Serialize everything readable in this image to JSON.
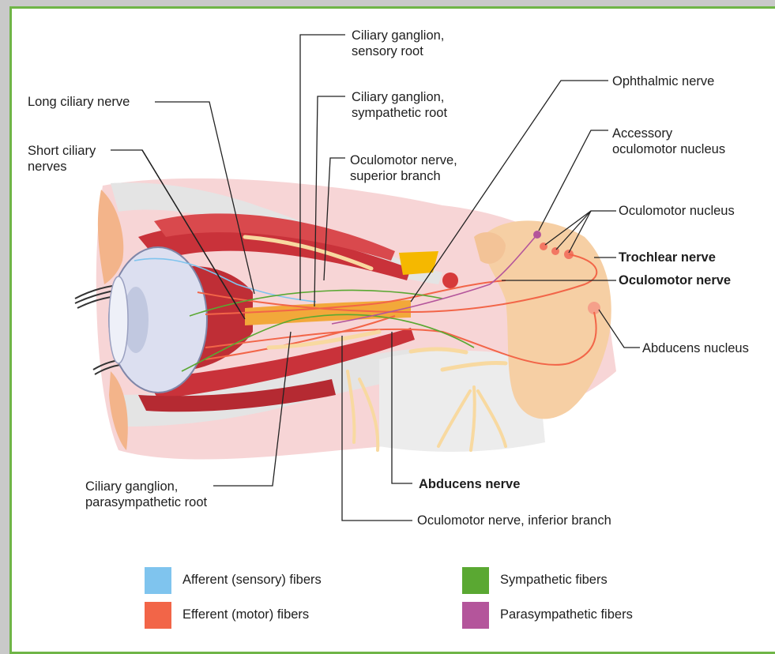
{
  "labels": {
    "ciliary_ganglion_sensory_root": "Ciliary ganglion,\nsensory root",
    "long_ciliary_nerve": "Long ciliary nerve",
    "ciliary_ganglion_sympathetic_root": "Ciliary ganglion,\nsympathetic root",
    "ophthalmic_nerve": "Ophthalmic nerve",
    "short_ciliary_nerves": "Short ciliary\nnerves",
    "accessory_oculomotor_nucleus": "Accessory\noculomotor nucleus",
    "oculomotor_nerve_superior_branch": "Oculomotor nerve,\nsuperior branch",
    "oculomotor_nucleus": "Oculomotor nucleus",
    "trochlear_nerve": "Trochlear nerve",
    "oculomotor_nerve": "Oculomotor nerve",
    "abducens_nucleus": "Abducens nucleus",
    "ciliary_ganglion_parasympathetic_root": "Ciliary ganglion,\nparasympathetic root",
    "abducens_nerve": "Abducens nerve",
    "oculomotor_nerve_inferior_branch": "Oculomotor nerve, inferior branch"
  },
  "legend": [
    {
      "label": "Afferent (sensory) fibers",
      "color": "#7fc4ee"
    },
    {
      "label": "Efferent (motor) fibers",
      "color": "#f26548"
    },
    {
      "label": "Sympathetic fibers",
      "color": "#5aa832"
    },
    {
      "label": "Parasympathetic fibers",
      "color": "#b4559b"
    }
  ],
  "colors": {
    "frame_border": "#6fb547",
    "muscle": "#c9323a",
    "nerve": "#f8d9a0",
    "brainstem": "#f6cfa4",
    "bone": "#e4e4e4"
  }
}
